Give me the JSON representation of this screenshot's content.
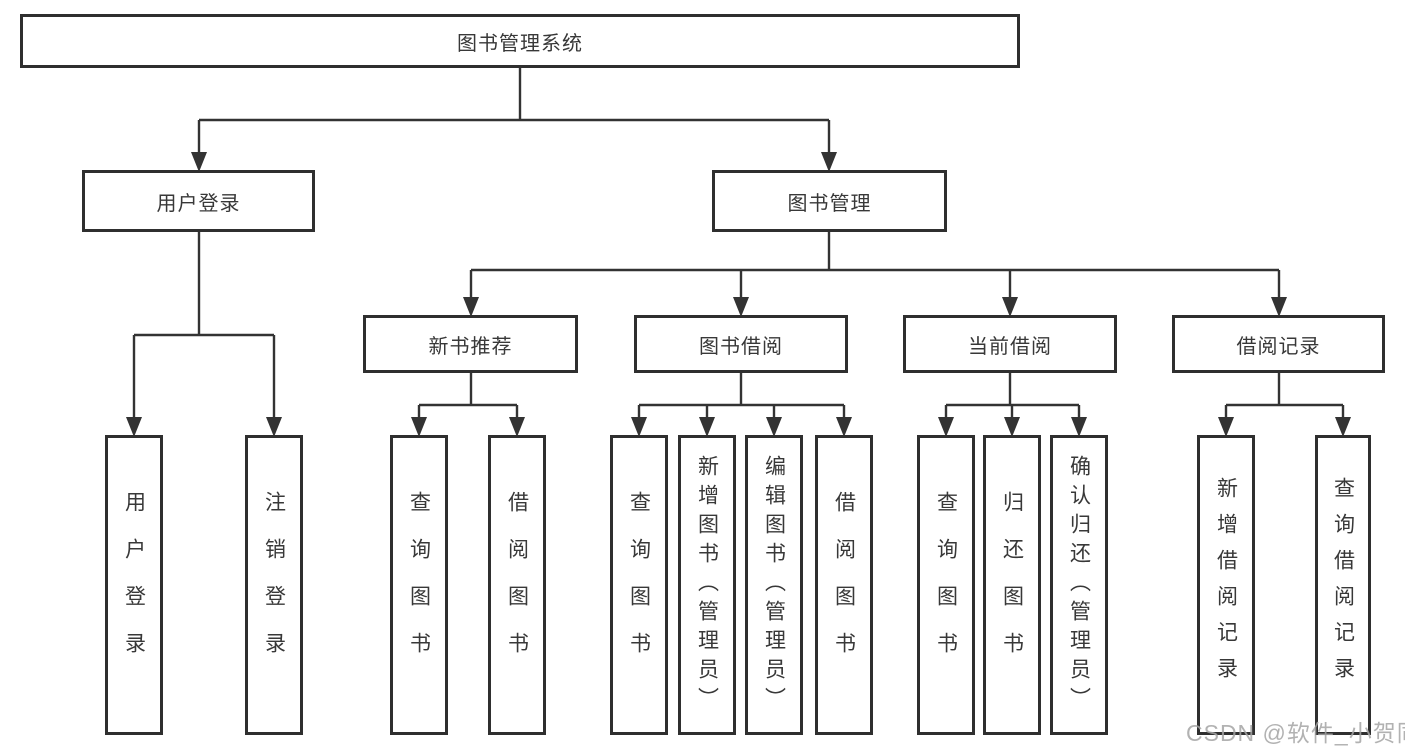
{
  "diagram": {
    "title": "图书管理系统",
    "root": {
      "label": "图书管理系统"
    },
    "branches": {
      "user_login": {
        "label": "用户登录",
        "children": [
          {
            "label": "用户登录"
          },
          {
            "label": "注销登录"
          }
        ]
      },
      "book_mgmt": {
        "label": "图书管理",
        "modules": [
          {
            "label": "新书推荐",
            "children": [
              {
                "label": "查询图书"
              },
              {
                "label": "借阅图书"
              }
            ]
          },
          {
            "label": "图书借阅",
            "children": [
              {
                "label": "查询图书"
              },
              {
                "label": "新增图书（管理员）"
              },
              {
                "label": "编辑图书（管理员）"
              },
              {
                "label": "借阅图书"
              }
            ]
          },
          {
            "label": "当前借阅",
            "children": [
              {
                "label": "查询图书"
              },
              {
                "label": "归还图书"
              },
              {
                "label": "确认归还（管理员）"
              }
            ]
          },
          {
            "label": "借阅记录",
            "children": [
              {
                "label": "新增借阅记录"
              },
              {
                "label": "查询借阅记录"
              }
            ]
          }
        ]
      }
    }
  },
  "watermark": {
    "text": "CSDN @软件_小贺同学"
  },
  "colors": {
    "line": "#333333",
    "box_border": "#2f2f2f",
    "box_fill": "#ffffff",
    "text": "#383838",
    "watermark": "#a5a5a5",
    "background": "#ffffff"
  }
}
